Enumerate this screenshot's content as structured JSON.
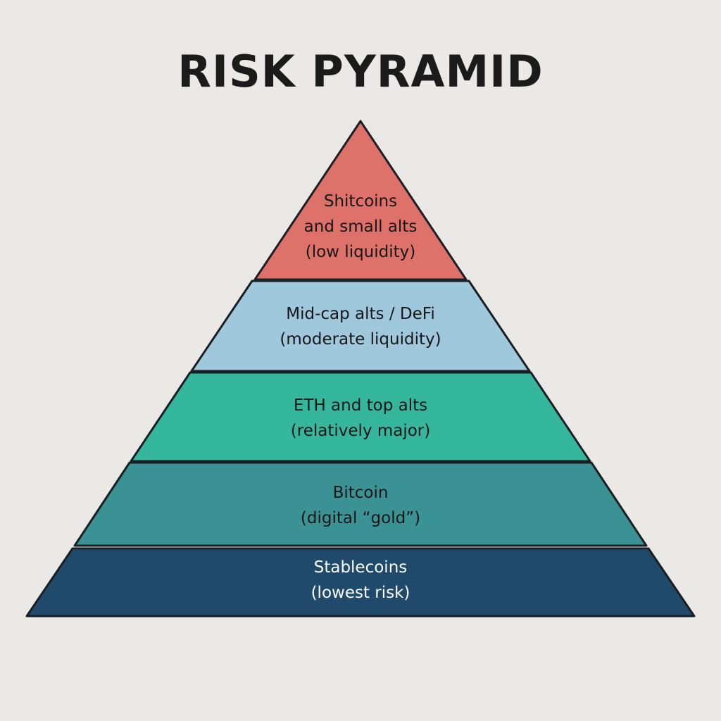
{
  "title": "RISK PYRAMID",
  "colors": {
    "background": "#ebe9e6",
    "outline": "#1a1f24"
  },
  "tiers": [
    {
      "line1": "Shitcoins",
      "line2": "and small alts",
      "line3": "(low liquidity)",
      "color": "#de7169"
    },
    {
      "line1": "Mid-cap alts / DeFi",
      "line2": "(moderate liquidity)",
      "color": "#9fc8dc"
    },
    {
      "line1": "ETH and top alts",
      "line2": "(relatively major)",
      "color": "#35b79d"
    },
    {
      "line1": "Bitcoin",
      "line2": "(digital “gold”)",
      "color": "#3a9294"
    },
    {
      "line1": "Stablecoins",
      "line2": "(lowest risk)",
      "color": "#204a6c"
    }
  ]
}
